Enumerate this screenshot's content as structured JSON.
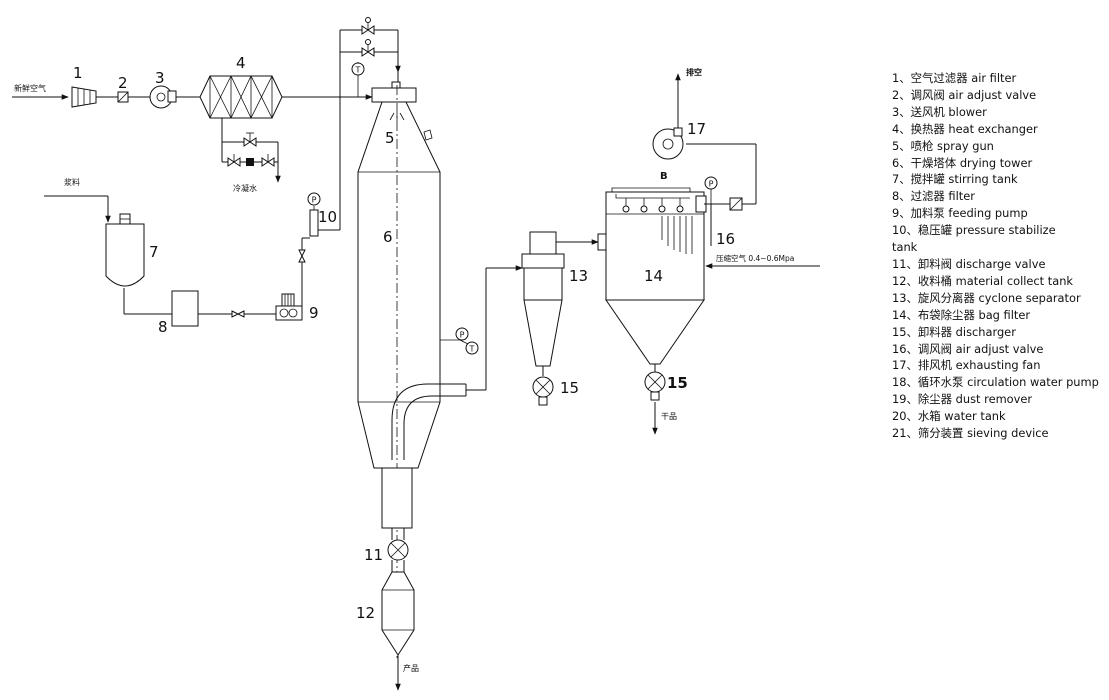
{
  "labels": {
    "fresh_air": "新鲜空气",
    "cooling_water": "冷凝水",
    "slurry": "浆料",
    "vent": "排空",
    "compressed_air": "压缩空气 0.4~0.6Mpa",
    "dry_product": "干品",
    "product": "产品",
    "bag_filter_mark": "B"
  },
  "instruments": {
    "pressure": "P",
    "temperature": "T"
  },
  "numbers": {
    "n1": "1",
    "n2": "2",
    "n3": "3",
    "n4": "4",
    "n5": "5",
    "n6": "6",
    "n7": "7",
    "n8": "8",
    "n9": "9",
    "n10": "10",
    "n11": "11",
    "n12": "12",
    "n13": "13",
    "n14": "14",
    "n15a": "15",
    "n15b": "15",
    "n16": "16",
    "n17": "17"
  },
  "legend": [
    "1、空气过滤器 air filter",
    "2、调风阀 air adjust valve",
    "3、送风机 blower",
    "4、换热器 heat exchanger",
    "5、喷枪 spray gun",
    "6、干燥塔体 drying tower",
    "7、搅拌罐 stirring tank",
    "8、过滤器 filter",
    "9、加料泵 feeding pump",
    "10、稳压罐 pressure stabilize",
    "tank",
    "11、卸料阀 discharge valve",
    "12、收料桶 material collect tank",
    "13、旋风分离器 cyclone separator",
    "14、布袋除尘器 bag filter",
    "15、卸料器 discharger",
    "16、调风阀 air adjust valve",
    "17、排风机 exhausting fan",
    "18、循环水泵 circulation water pump",
    "19、除尘器 dust remover",
    "20、水箱 water tank",
    "21、筛分装置 sieving device"
  ]
}
